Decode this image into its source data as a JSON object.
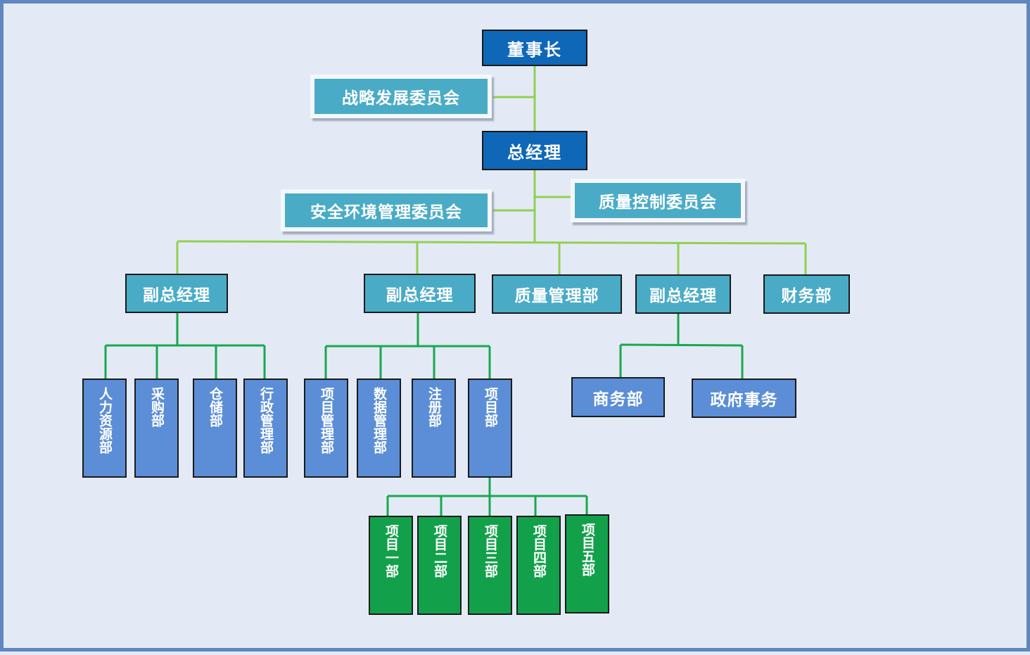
{
  "chairman": "董事长",
  "strategy_committee": "战略发展委员会",
  "general_manager": "总经理",
  "safety_committee": "安全环境管理委员会",
  "quality_committee": "质量控制委员会",
  "top_units": {
    "vgm_1": "副总经理",
    "vgm_2": "副总经理",
    "quality_dept": "质量管理部",
    "vgm_3": "副总经理",
    "finance_dept": "财务部"
  },
  "vgm_1_depts": [
    "人力资源部",
    "采购部",
    "仓储部",
    "行政管理部"
  ],
  "vgm_2_depts": [
    "项目管理部",
    "数据管理部",
    "注册部",
    "项目部"
  ],
  "vgm_3_depts": [
    "商务部",
    "政府事务"
  ],
  "project_units": [
    "项目一部",
    "项目二部",
    "项目三部",
    "项目四部",
    "项目五部"
  ],
  "colors": {
    "background": "#e3eaf6",
    "frame": "#5e87c0",
    "executive": "#0f67b8",
    "committee": "#4aabc6",
    "manager": "#4aabc6",
    "department": "#5b8ed6",
    "project_unit": "#12a14a",
    "connector_upper": "#92d050",
    "connector_lower": "#19a84c"
  }
}
